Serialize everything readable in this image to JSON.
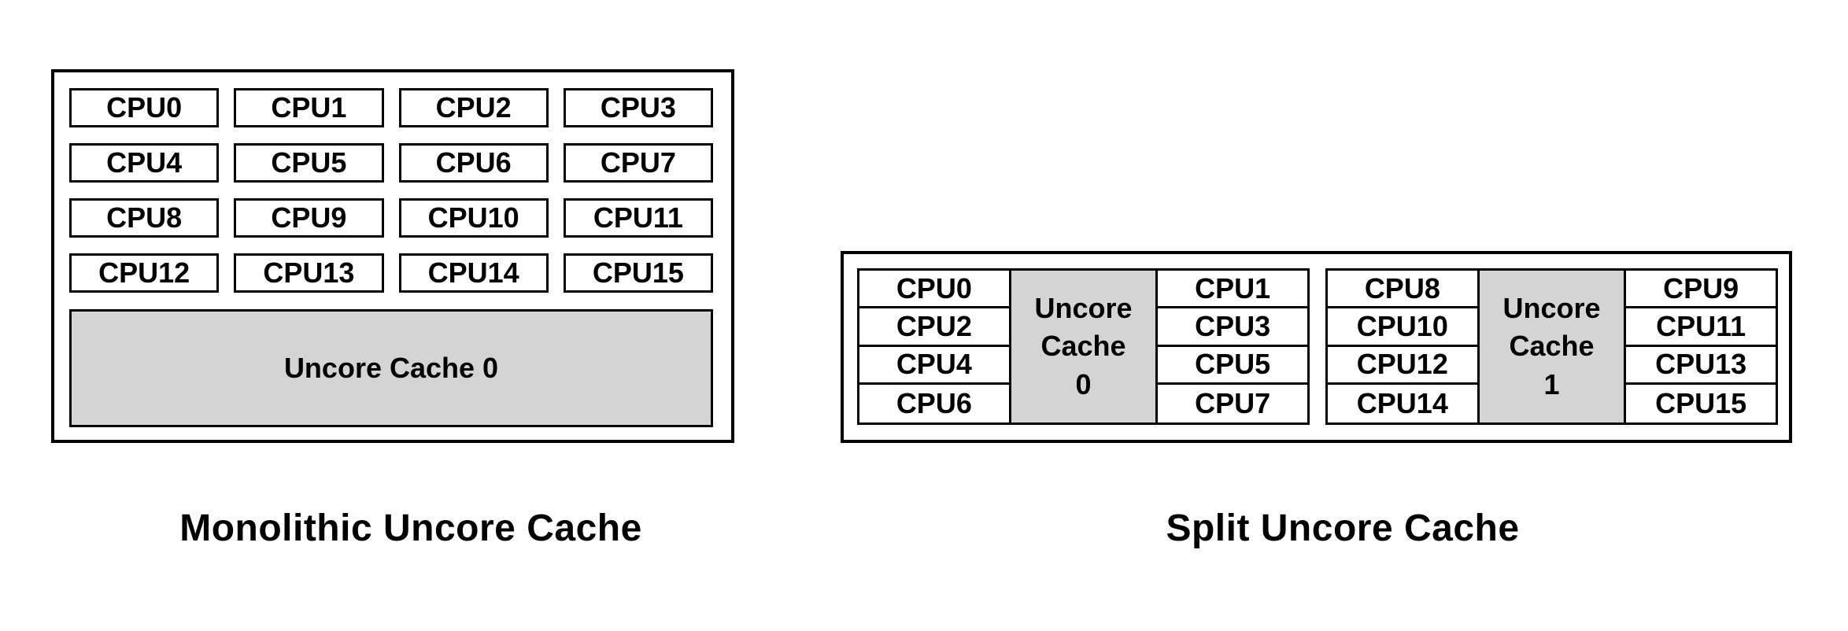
{
  "monolithic": {
    "caption": "Monolithic Uncore Cache",
    "cpus": [
      "CPU0",
      "CPU1",
      "CPU2",
      "CPU3",
      "CPU4",
      "CPU5",
      "CPU6",
      "CPU7",
      "CPU8",
      "CPU9",
      "CPU10",
      "CPU11",
      "CPU12",
      "CPU13",
      "CPU14",
      "CPU15"
    ],
    "cache_label": "Uncore Cache 0"
  },
  "split": {
    "caption": "Split Uncore Cache",
    "groups": [
      {
        "left_cpus": [
          "CPU0",
          "CPU2",
          "CPU4",
          "CPU6"
        ],
        "cache_label": "Uncore Cache 0",
        "right_cpus": [
          "CPU1",
          "CPU3",
          "CPU5",
          "CPU7"
        ]
      },
      {
        "left_cpus": [
          "CPU8",
          "CPU10",
          "CPU12",
          "CPU14"
        ],
        "cache_label": "Uncore Cache 1",
        "right_cpus": [
          "CPU9",
          "CPU11",
          "CPU13",
          "CPU15"
        ]
      }
    ]
  },
  "colors": {
    "background": "#ffffff",
    "border": "#000000",
    "text": "#000000",
    "cache_fill": "#d4d4d4"
  }
}
